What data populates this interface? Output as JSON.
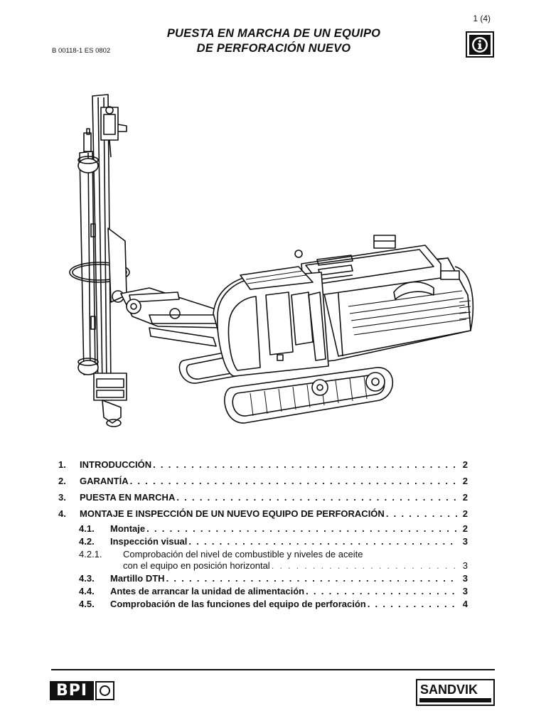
{
  "header": {
    "page_number": "1 (4)",
    "doc_code": "B 00118-1 ES 0802",
    "title_line1": "PUESTA EN MARCHA DE UN EQUIPO",
    "title_line2": "DE PERFORACIÓN NUEVO",
    "icon": "info-icon"
  },
  "toc": {
    "items": [
      {
        "num": "1.",
        "label": "INTRODUCCIÓN",
        "page": "2"
      },
      {
        "num": "2.",
        "label": "GARANTÍA",
        "page": "2"
      },
      {
        "num": "3.",
        "label": "PUESTA EN MARCHA",
        "page": "2"
      },
      {
        "num": "4.",
        "label": "MONTAJE E INSPECCIÓN DE UN NUEVO EQUIPO DE PERFORACIÓN",
        "page": "2"
      },
      {
        "num": "4.1.",
        "label": "Montaje",
        "page": "2"
      },
      {
        "num": "4.2.",
        "label": "Inspección visual",
        "page": "3"
      },
      {
        "num": "4.2.1.",
        "label": "Comprobación del nivel de combustible y niveles de aceite",
        "label2": "con el equipo en posición horizontal",
        "page": "3"
      },
      {
        "num": "4.3.",
        "label": "Martillo DTH",
        "page": "3"
      },
      {
        "num": "4.4.",
        "label": "Antes de arrancar la unidad de alimentación",
        "page": "3"
      },
      {
        "num": "4.5.",
        "label": "Comprobación de las funciones del equipo de perforación",
        "page": "4"
      }
    ]
  },
  "footer": {
    "left_logo": "BPI",
    "right_logo": "SANDVIK"
  }
}
